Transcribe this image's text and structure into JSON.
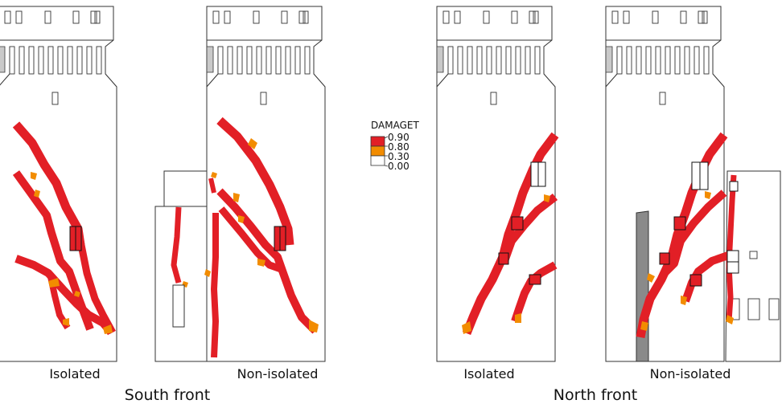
{
  "legend": {
    "title": "DAMAGET",
    "levels": [
      {
        "value": "0.90",
        "color": "#e21f26"
      },
      {
        "value": "0.80",
        "color": "#f28c00"
      },
      {
        "value": "0.30",
        "color": "#ffffff"
      },
      {
        "value": "0.00",
        "color": ""
      }
    ]
  },
  "panels": [
    {
      "label": "Isolated"
    },
    {
      "label": "Non-isolated"
    },
    {
      "label": "Isolated"
    },
    {
      "label": "Non-isolated"
    }
  ],
  "fronts": [
    {
      "label": "South front"
    },
    {
      "label": "North front"
    }
  ]
}
